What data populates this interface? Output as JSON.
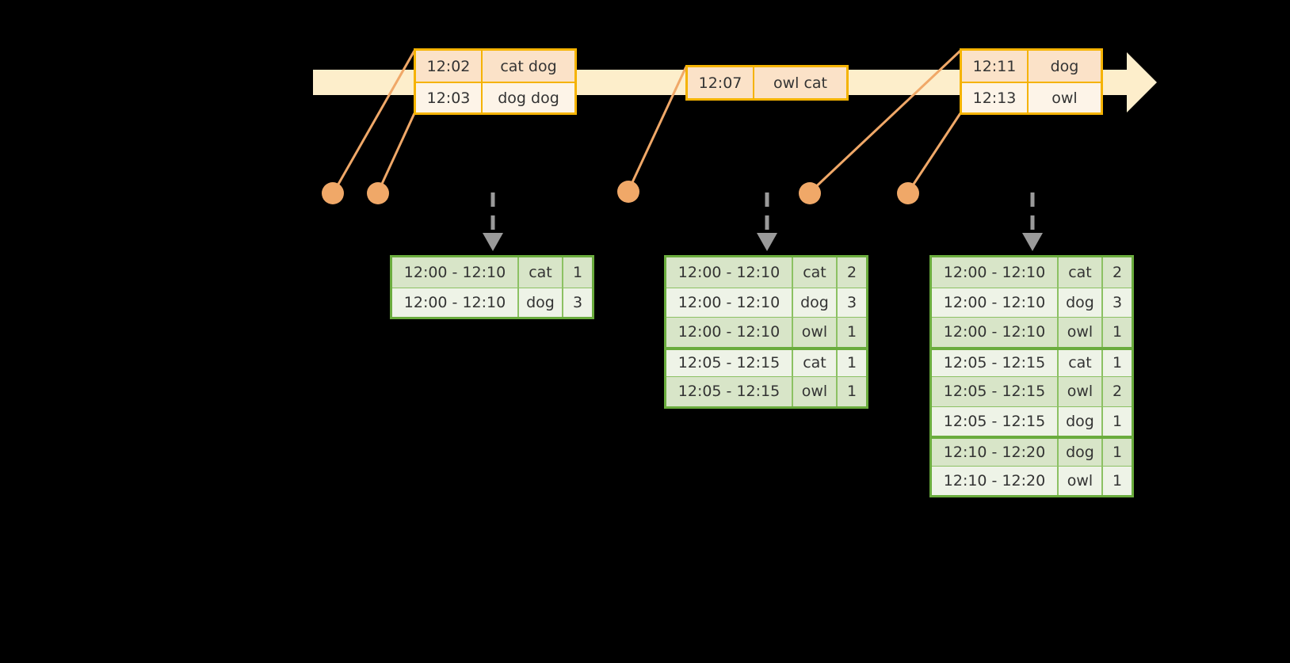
{
  "diagram": {
    "title": "sliding-window-word-count",
    "colors": {
      "background": "#000000",
      "timeline_fill": "#fdeecb",
      "event_border": "#f5b301",
      "event_fill_dark": "#fbe2c8",
      "event_fill_light": "#fdf4e8",
      "connector": "#f0a868",
      "dot": "#f0a868",
      "table_border": "#6aac3d",
      "table_fill_dark": "#d8e5c8",
      "table_fill_light": "#eef3e7",
      "arrow_gray": "#9a9a9a",
      "text": "#333333"
    }
  },
  "timeline": {
    "name": "event-stream-timeline",
    "arrow_direction": "right"
  },
  "event_groups": [
    {
      "name": "event-group-1",
      "rows": [
        {
          "time": "12:02",
          "words": "cat dog"
        },
        {
          "time": "12:03",
          "words": "dog dog"
        }
      ]
    },
    {
      "name": "event-group-2",
      "rows": [
        {
          "time": "12:07",
          "words": "owl cat"
        }
      ]
    },
    {
      "name": "event-group-3",
      "rows": [
        {
          "time": "12:11",
          "words": "dog"
        },
        {
          "time": "12:13",
          "words": "owl"
        }
      ]
    }
  ],
  "connector_dots": [
    {
      "name": "connector-dot-1"
    },
    {
      "name": "connector-dot-2"
    },
    {
      "name": "connector-dot-3"
    },
    {
      "name": "connector-dot-4"
    },
    {
      "name": "connector-dot-5"
    }
  ],
  "result_tables": [
    {
      "name": "result-table-1",
      "rows": [
        {
          "window": "12:00 - 12:10",
          "word": "cat",
          "count": "1",
          "group_start": false
        },
        {
          "window": "12:00 - 12:10",
          "word": "dog",
          "count": "3",
          "group_start": false
        }
      ]
    },
    {
      "name": "result-table-2",
      "rows": [
        {
          "window": "12:00 - 12:10",
          "word": "cat",
          "count": "2",
          "group_start": false
        },
        {
          "window": "12:00 - 12:10",
          "word": "dog",
          "count": "3",
          "group_start": false
        },
        {
          "window": "12:00 - 12:10",
          "word": "owl",
          "count": "1",
          "group_start": false
        },
        {
          "window": "12:05 - 12:15",
          "word": "cat",
          "count": "1",
          "group_start": true
        },
        {
          "window": "12:05 - 12:15",
          "word": "owl",
          "count": "1",
          "group_start": false
        }
      ]
    },
    {
      "name": "result-table-3",
      "rows": [
        {
          "window": "12:00 - 12:10",
          "word": "cat",
          "count": "2",
          "group_start": false
        },
        {
          "window": "12:00 - 12:10",
          "word": "dog",
          "count": "3",
          "group_start": false
        },
        {
          "window": "12:00 - 12:10",
          "word": "owl",
          "count": "1",
          "group_start": false
        },
        {
          "window": "12:05 - 12:15",
          "word": "cat",
          "count": "1",
          "group_start": true
        },
        {
          "window": "12:05 - 12:15",
          "word": "owl",
          "count": "2",
          "group_start": false
        },
        {
          "window": "12:05 - 12:15",
          "word": "dog",
          "count": "1",
          "group_start": false
        },
        {
          "window": "12:10 - 12:20",
          "word": "dog",
          "count": "1",
          "group_start": true
        },
        {
          "window": "12:10 - 12:20",
          "word": "owl",
          "count": "1",
          "group_start": false
        }
      ]
    }
  ]
}
